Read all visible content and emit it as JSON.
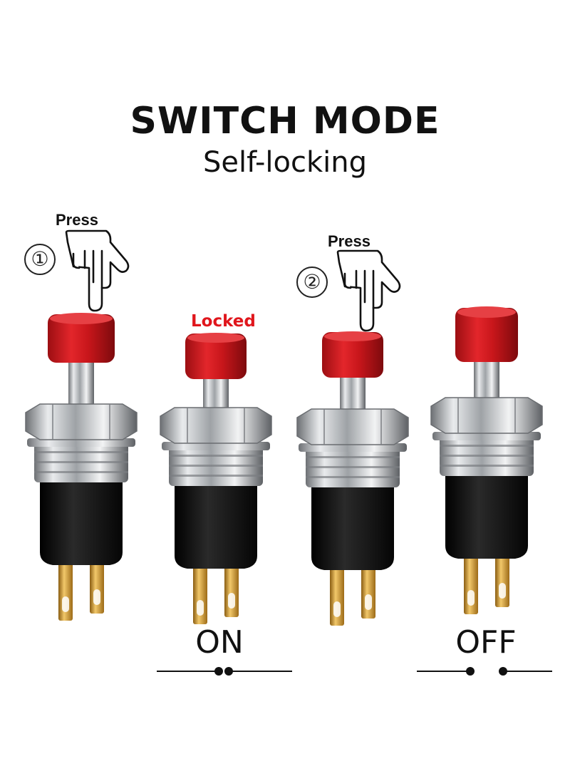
{
  "header": {
    "title": "SWITCH MODE",
    "subtitle": "Self-locking"
  },
  "steps": [
    {
      "number": "①",
      "action": "Press"
    },
    {
      "number": "②",
      "action": "Press"
    }
  ],
  "locked_label": "Locked",
  "states": {
    "on": "ON",
    "off": "OFF"
  },
  "colors": {
    "cap_red": "#d3151b",
    "locked_red": "#e0161c",
    "body_black": "#111111",
    "metal": "#c9cccf",
    "pin_gold": "#d9a441"
  },
  "icons": [
    "pointing-hand-icon",
    "push-button-switch-icon",
    "circuit-symbol-icon"
  ]
}
